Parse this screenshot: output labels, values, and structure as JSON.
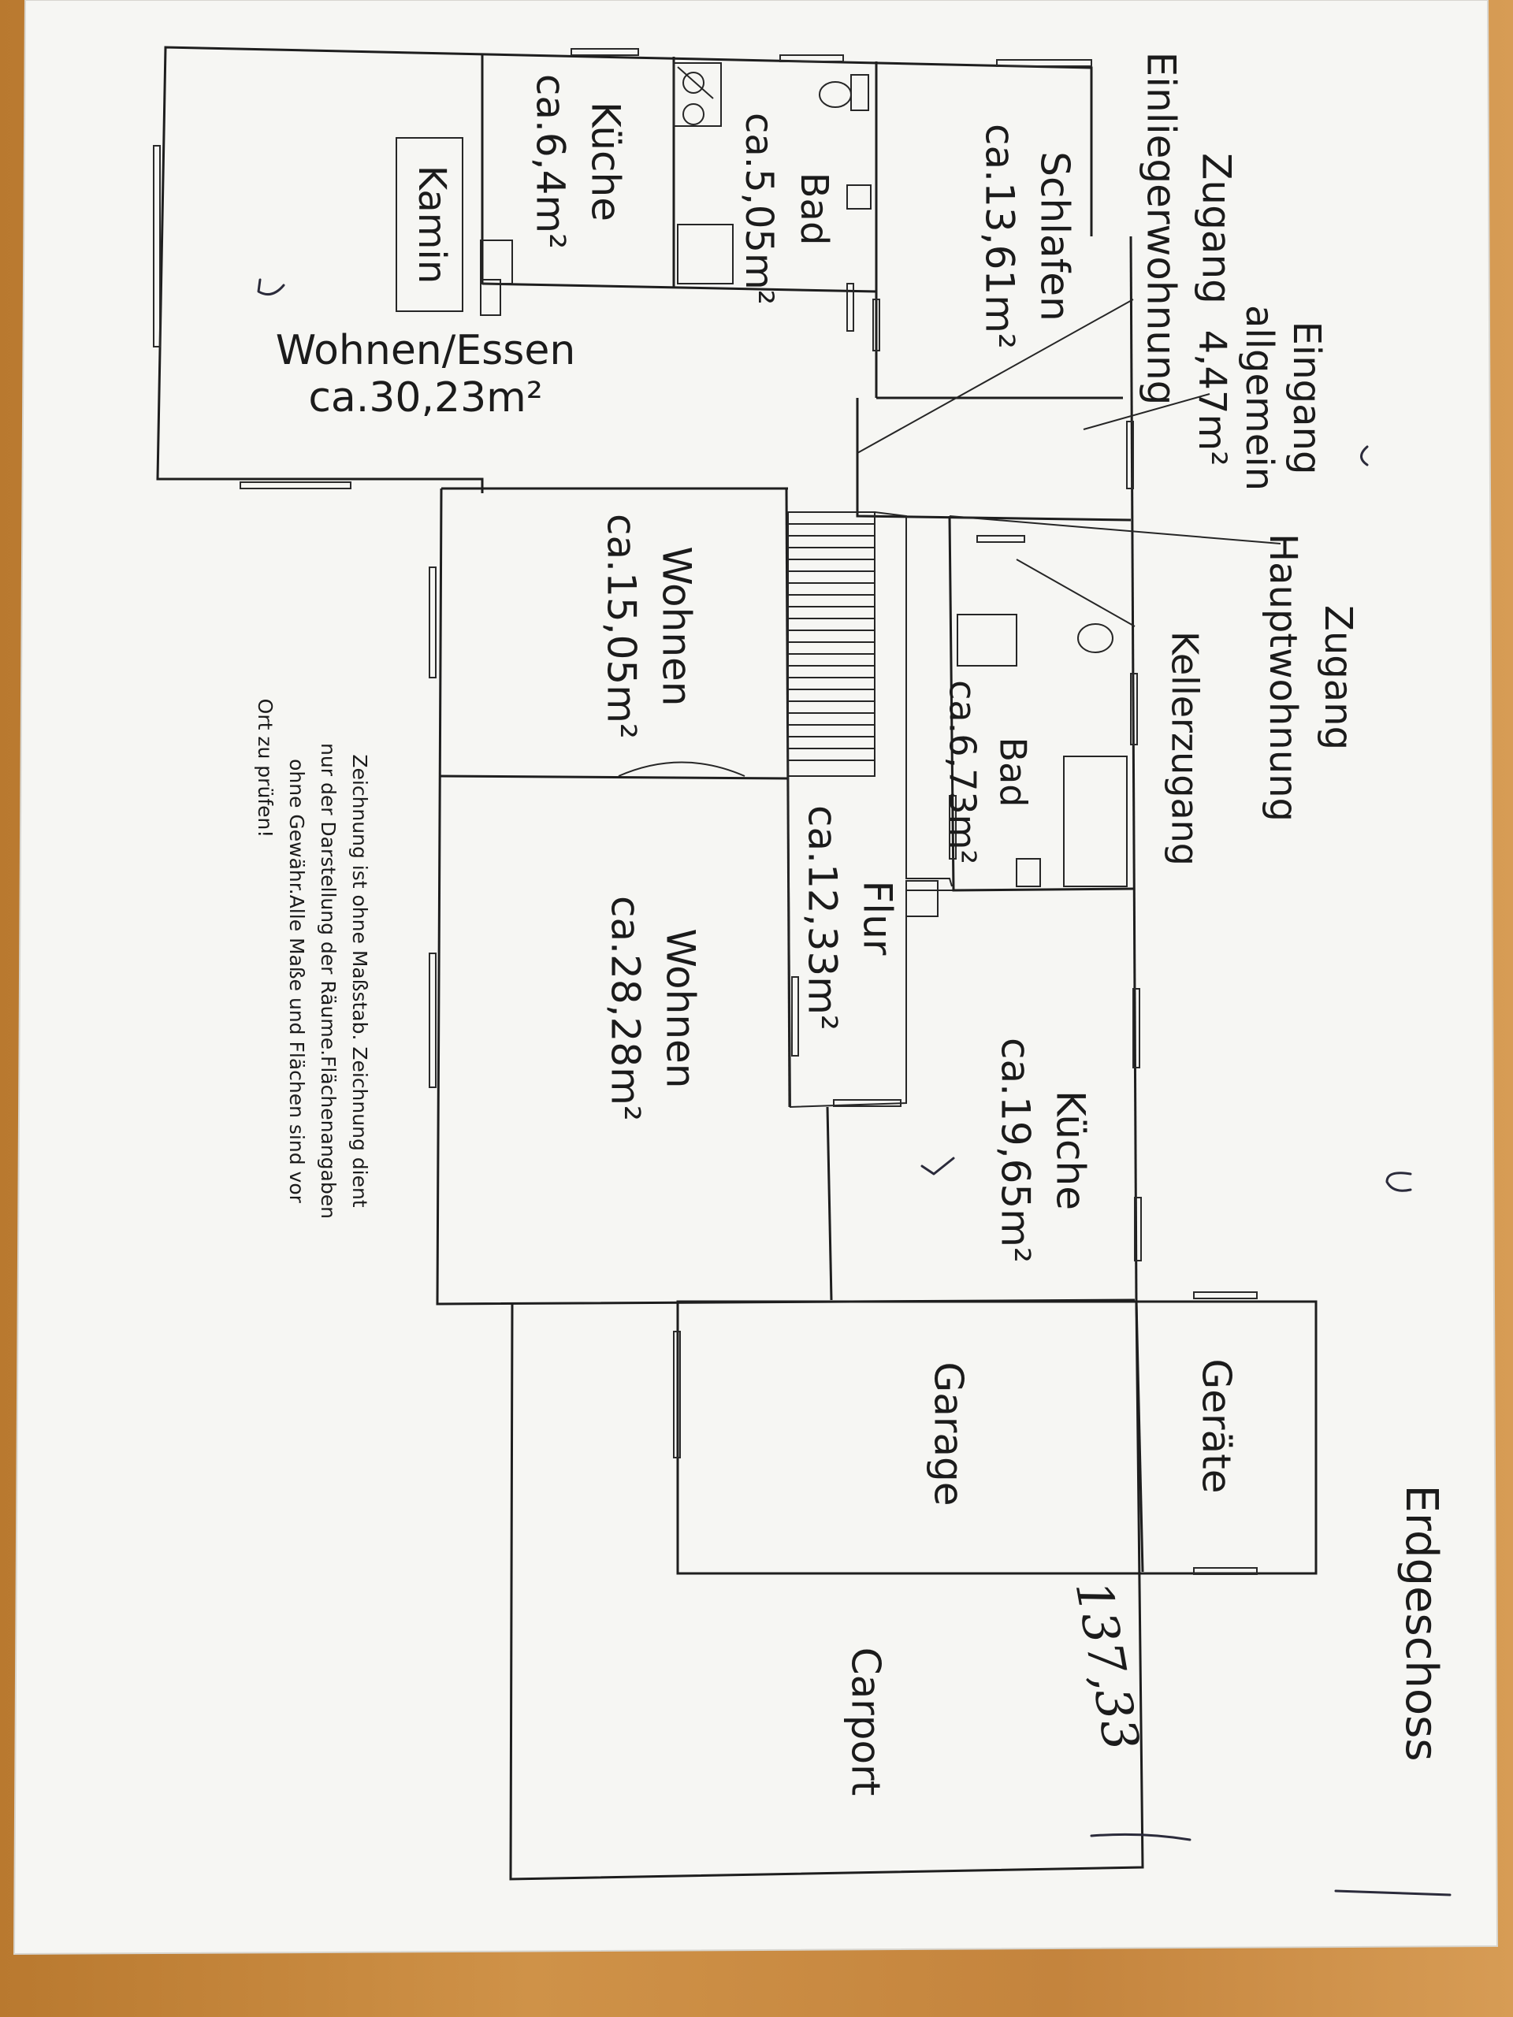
{
  "rooms": {
    "wohnen_essen": {
      "name": "Wohnen/Essen",
      "area": "ca.30,23m²"
    },
    "kueche_elw": {
      "name": "Küche",
      "area": "ca.6,4m²"
    },
    "kamin": {
      "name": "Kamin"
    },
    "bad_elw": {
      "name": "Bad",
      "area": "ca.5,05m²"
    },
    "schlafen": {
      "name": "Schlafen",
      "area": "ca.13,61m²"
    },
    "eingang": {
      "name": "Eingang",
      "name2": "allgemein",
      "area": "4,47m²"
    },
    "zugang_elw": {
      "name": "Zugang",
      "name2": "Einliegerwohnung"
    },
    "zugang_haupt": {
      "name": "Zugang",
      "name2": "Hauptwohnung"
    },
    "kellerzugang": {
      "name": "Kellerzugang"
    },
    "wohnen_1": {
      "name": "Wohnen",
      "area": "ca.15,05m²"
    },
    "bad_haupt": {
      "name": "Bad",
      "area": "ca.6,73m²"
    },
    "flur": {
      "name": "Flur",
      "area": "ca.12,33m²"
    },
    "wohnen_2": {
      "name": "Wohnen",
      "area": "ca.28,28m²"
    },
    "kueche_haupt": {
      "name": "Küche",
      "area": "ca.19,65m²"
    },
    "geraete": {
      "name": "Geräte"
    },
    "garage": {
      "name": "Garage"
    },
    "carport": {
      "name": "Carport"
    }
  },
  "floor_title": "Erdgeschoss",
  "disclaimer": [
    "Zeichnung ist ohne Maßstab. Zeichnung dient",
    "nur der Darstellung der Räume.Flächenangaben",
    "ohne Gewähr.Alle Maße und Flächen sind vor",
    "Ort zu prüfen!"
  ],
  "handwritten_total": "137,33",
  "colors": {
    "paper": "#f6f6f3",
    "ink": "#1e1e1e",
    "pen": "#2b2b3b",
    "table_wood": "#c68a43"
  }
}
